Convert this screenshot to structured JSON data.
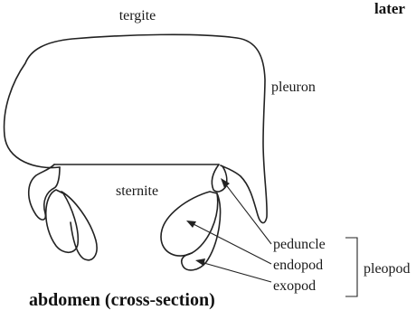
{
  "diagram": {
    "labels": {
      "tergite": "tergite",
      "pleuron": "pleuron",
      "sternite": "sternite",
      "peduncle": "peduncle",
      "endopod": "endopod",
      "exopod": "exopod",
      "pleopod": "pleopod",
      "corner_cut": "later"
    },
    "caption": "abdomen (cross-section)"
  }
}
